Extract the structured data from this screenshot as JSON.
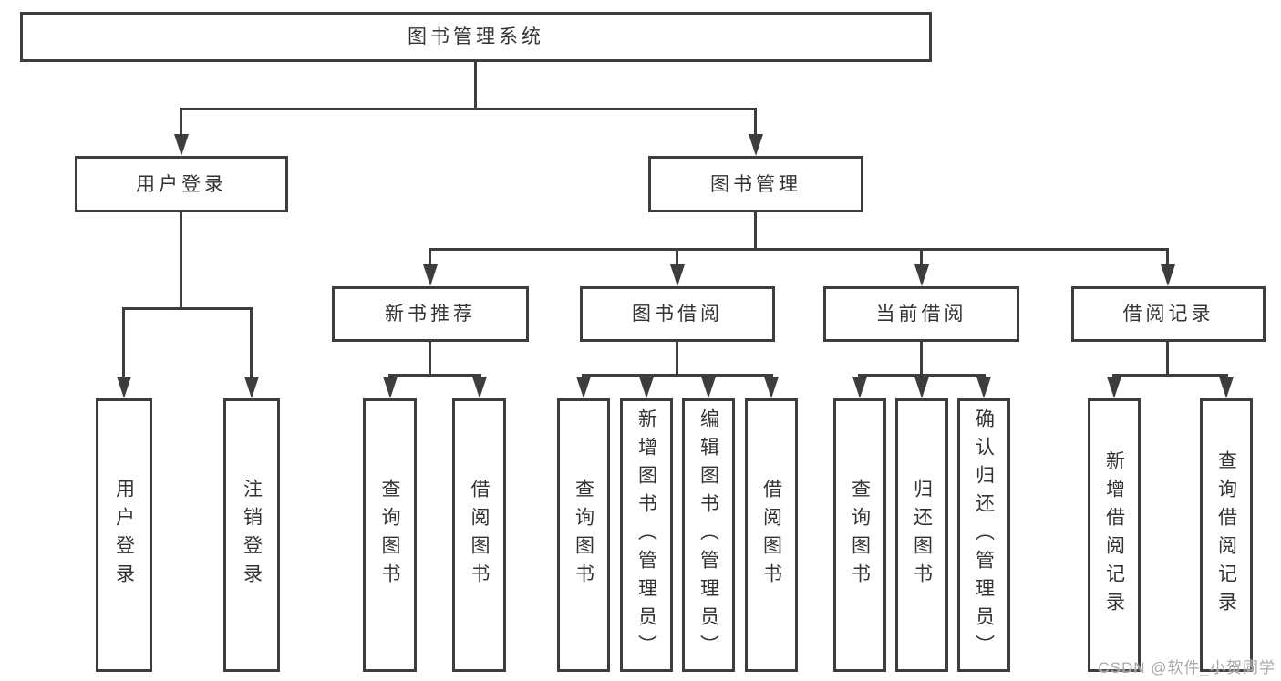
{
  "colors": {
    "line": "#3d3d3d",
    "box_border": "#3d3d3d",
    "text": "#333333",
    "watermark": "#a9a9a9"
  },
  "tree": {
    "root": "图书管理系统",
    "branches": [
      {
        "label": "用户登录",
        "children": [
          {
            "label": "用户登录"
          },
          {
            "label": "注销登录"
          }
        ]
      },
      {
        "label": "图书管理",
        "children": [
          {
            "label": "新书推荐",
            "children": [
              {
                "label": "查询图书"
              },
              {
                "label": "借阅图书"
              }
            ]
          },
          {
            "label": "图书借阅",
            "children": [
              {
                "label": "查询图书"
              },
              {
                "label": "新增图书（管理员）"
              },
              {
                "label": "编辑图书（管理员）"
              },
              {
                "label": "借阅图书"
              }
            ]
          },
          {
            "label": "当前借阅",
            "children": [
              {
                "label": "查询图书"
              },
              {
                "label": "归还图书"
              },
              {
                "label": "确认归还（管理员）"
              }
            ]
          },
          {
            "label": "借阅记录",
            "children": [
              {
                "label": "新增借阅记录"
              },
              {
                "label": "查询借阅记录"
              }
            ]
          }
        ]
      }
    ]
  },
  "watermark": "CSDN @软件_小贺同学"
}
